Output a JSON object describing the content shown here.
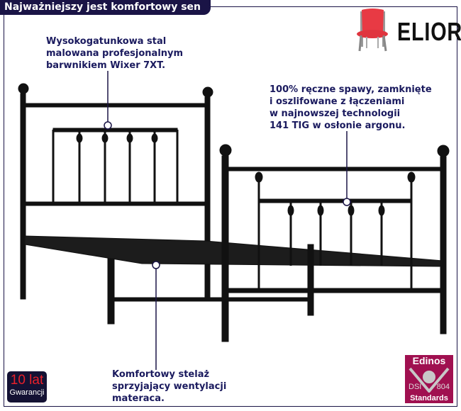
{
  "header": {
    "title": "Najważniejszy jest komfortowy sen"
  },
  "brand": {
    "name": "ELIOR",
    "icon": "chair-logo-icon"
  },
  "callouts": [
    {
      "text": "Wysokogatunkowa stal\nmalowana profesjonalnym\nbarwnikiem Wixer 7XT."
    },
    {
      "text": "100% ręczne spawy, zamknięte\ni oszlifowane z łączeniami\nw najnowszej technologii\n141 TIG w osłonie argonu."
    },
    {
      "text": "Komfortowy stelaż\nsprzyjający wentylacji\nmateraca."
    }
  ],
  "warranty": {
    "years": "10 lat",
    "label": "Gwarancji"
  },
  "certificate": {
    "name": "Edinos",
    "left": "DSI",
    "right": "804",
    "footer": "Standards"
  },
  "colors": {
    "navy": "#1a1446",
    "accent": "#a01050",
    "warranty_red": "#e8202a"
  }
}
